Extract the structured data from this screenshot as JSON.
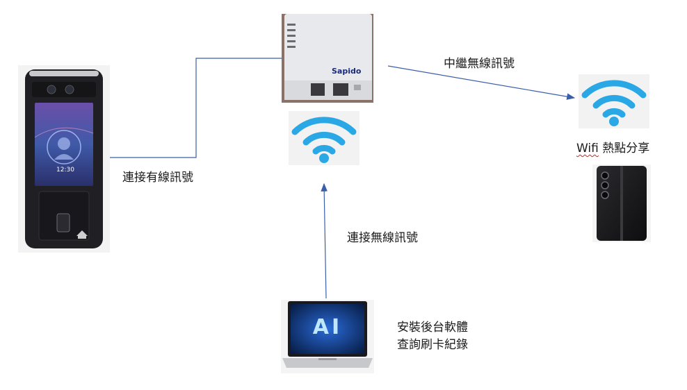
{
  "labels": {
    "wired": "連接有線訊號",
    "relay": "中繼無線訊號",
    "hotspot_prefix": "Wifi",
    "hotspot_suffix": " 熱點分享",
    "wireless": "連接無線訊號",
    "software_line1": "安裝後台軟體",
    "software_line2": "查詢刷卡紀錄"
  },
  "devices": {
    "terminal_clock": "12:30",
    "router_brand": "Sapido",
    "laptop_screen": "AI"
  },
  "colors": {
    "wifi_blue": "#2aa8e6",
    "connector_line": "#3a5fa8",
    "terminal_body": "#1f1f24"
  }
}
